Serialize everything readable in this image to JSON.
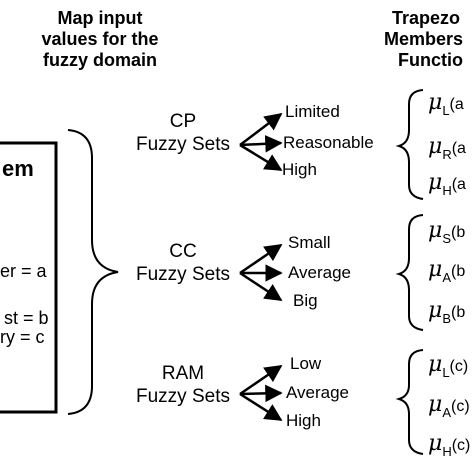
{
  "headers": {
    "map": [
      "Map input",
      "values for the",
      "fuzzy domain"
    ],
    "trap": [
      "Trapezo",
      "Members",
      "Functio"
    ]
  },
  "system": {
    "title": "em",
    "lines": [
      "er = a",
      "st = b",
      "ry = c"
    ]
  },
  "groups": [
    {
      "label": [
        "CP",
        "Fuzzy Sets"
      ],
      "outputs": [
        "Limited",
        "Reasonable",
        "High"
      ],
      "functions": [
        {
          "mu": "μ",
          "sub": "L",
          "arg": "(a"
        },
        {
          "mu": "μ",
          "sub": "R",
          "arg": "(a"
        },
        {
          "mu": "μ",
          "sub": "H",
          "arg": "(a"
        }
      ]
    },
    {
      "label": [
        "CC",
        "Fuzzy Sets"
      ],
      "outputs": [
        "Small",
        "Average",
        "Big"
      ],
      "functions": [
        {
          "mu": "μ",
          "sub": "S",
          "arg": "(b"
        },
        {
          "mu": "μ",
          "sub": "A",
          "arg": "(b"
        },
        {
          "mu": "μ",
          "sub": "B",
          "arg": "(b"
        }
      ]
    },
    {
      "label": [
        "RAM",
        "Fuzzy Sets"
      ],
      "outputs": [
        "Low",
        "Average",
        "High"
      ],
      "functions": [
        {
          "mu": "μ",
          "sub": "L",
          "arg": "(c)"
        },
        {
          "mu": "μ",
          "sub": "A",
          "arg": "(c)"
        },
        {
          "mu": "μ",
          "sub": "H",
          "arg": "(c)"
        }
      ]
    }
  ]
}
